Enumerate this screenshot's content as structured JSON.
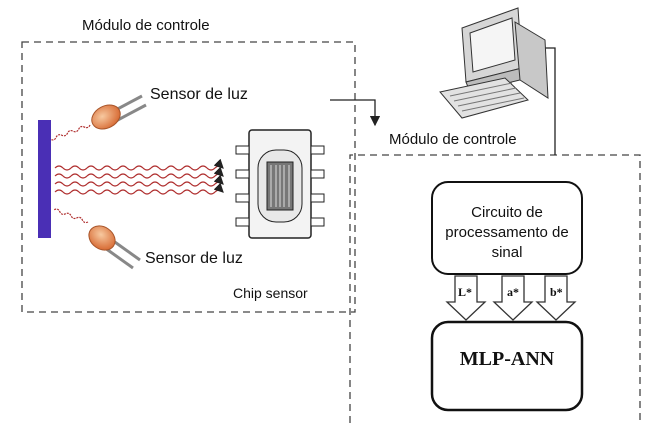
{
  "labels": {
    "control_module_top": "Módulo de controle",
    "light_sensor_top": "Sensor de luz",
    "light_sensor_bottom": "Sensor de luz",
    "chip_sensor": "Chip sensor",
    "control_module_right": "Módulo de controle",
    "signal_circuit": "Circuito de processamento de sinal",
    "mlp_ann": "MLP-ANN"
  },
  "channels": [
    "L*",
    "a*",
    "b*"
  ],
  "colors": {
    "sample_bar": "#4a2fb5",
    "led": "#e88a4a",
    "light_wave": "#b03030",
    "line": "#222222"
  },
  "icons": [
    "computer-icon",
    "led-icon",
    "chip-icon"
  ]
}
